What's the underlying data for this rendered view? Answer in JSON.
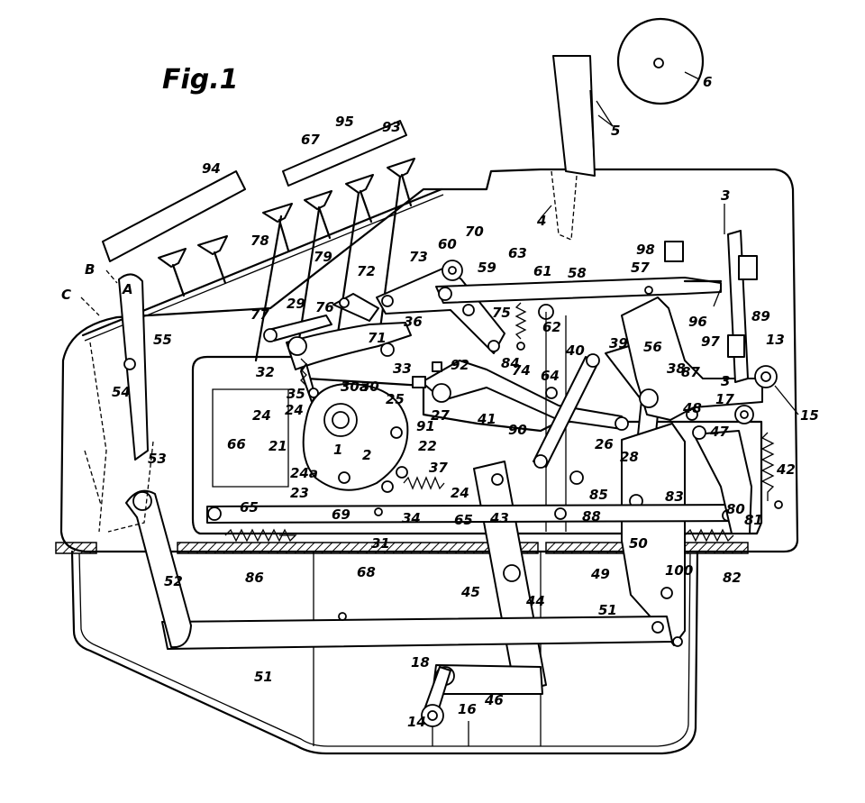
{
  "figure": {
    "title": "Fig.1"
  },
  "labels": [
    "1",
    "2",
    "3",
    "3",
    "4",
    "5",
    "6",
    "13",
    "14",
    "15",
    "16",
    "17",
    "18",
    "21",
    "22",
    "23",
    "24",
    "24",
    "24",
    "24a",
    "25",
    "26",
    "27",
    "28",
    "29",
    "30",
    "30a",
    "31",
    "32",
    "33",
    "34",
    "35",
    "36",
    "37",
    "38",
    "39",
    "40",
    "41",
    "42",
    "43",
    "44",
    "45",
    "46",
    "47",
    "48",
    "49",
    "50",
    "51",
    "51",
    "52",
    "53",
    "54",
    "55",
    "56",
    "57",
    "58",
    "59",
    "60",
    "61",
    "62",
    "63",
    "64",
    "65",
    "65",
    "66",
    "67",
    "68",
    "69",
    "70",
    "71",
    "72",
    "73",
    "74",
    "75",
    "76",
    "77",
    "78",
    "79",
    "80",
    "81",
    "82",
    "83",
    "84",
    "85",
    "86",
    "87",
    "88",
    "89",
    "90",
    "91",
    "92",
    "93",
    "94",
    "95",
    "96",
    "97",
    "98",
    "100",
    "A",
    "B",
    "C"
  ]
}
